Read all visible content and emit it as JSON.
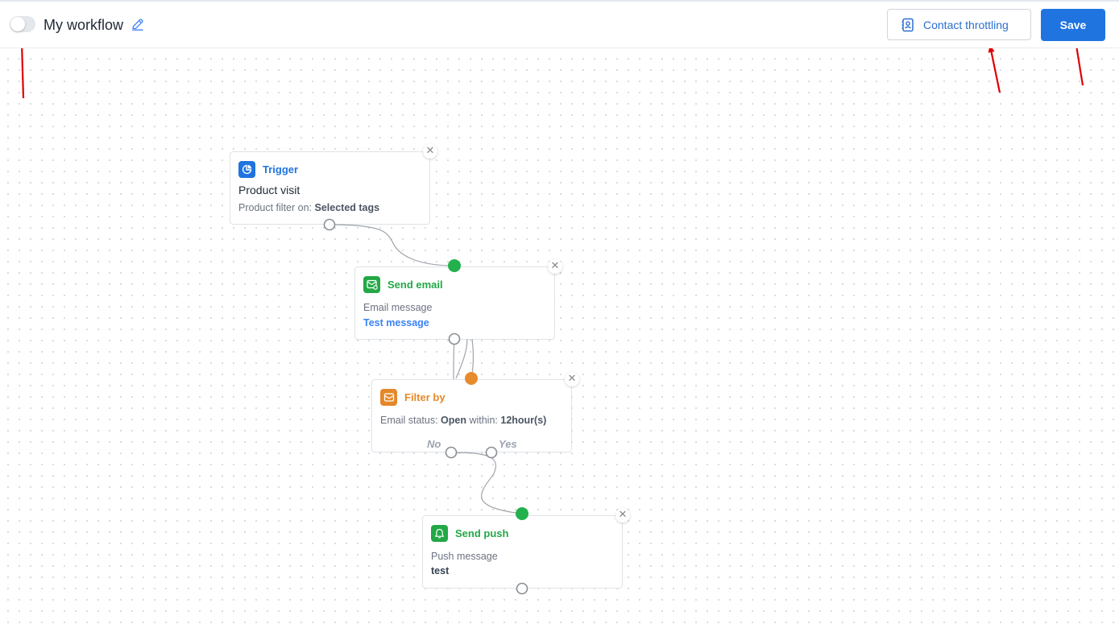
{
  "header": {
    "workflow_title": "My workflow",
    "toggle_on": false,
    "contact_throttling_label": "Contact throttling",
    "save_label": "Save"
  },
  "nodes": {
    "trigger": {
      "type_label": "Trigger",
      "title": "Product visit",
      "detail_label": "Product filter on: ",
      "detail_value": "Selected tags",
      "color": "#1f74e0"
    },
    "send_email": {
      "type_label": "Send email",
      "line1": "Email message",
      "line2": "Test message",
      "color": "#22a846",
      "link_color": "#3b82f6"
    },
    "filter": {
      "type_label": "Filter by",
      "status_label": "Email status: ",
      "status_value": "Open",
      "within_label": " within: ",
      "within_value": "12hour(s)",
      "branch_no": "No",
      "branch_yes": "Yes",
      "color": "#e4882a"
    },
    "send_push": {
      "type_label": "Send push",
      "line1": "Push message",
      "line2": "test",
      "color": "#22a846"
    }
  },
  "colors": {
    "accent": "#1f74e0",
    "annotation_arrow": "#e00000",
    "connected_port": "#22b14c",
    "pending_port": "#e88b2e"
  },
  "icons": {
    "toggle": "toggle-switch",
    "edit": "pencil-icon",
    "contact_throttling": "contact-book-icon",
    "trigger": "pie-chart-icon",
    "send_email": "email-icon",
    "filter": "envelope-open-icon",
    "send_push": "bell-icon",
    "close": "close-icon"
  }
}
